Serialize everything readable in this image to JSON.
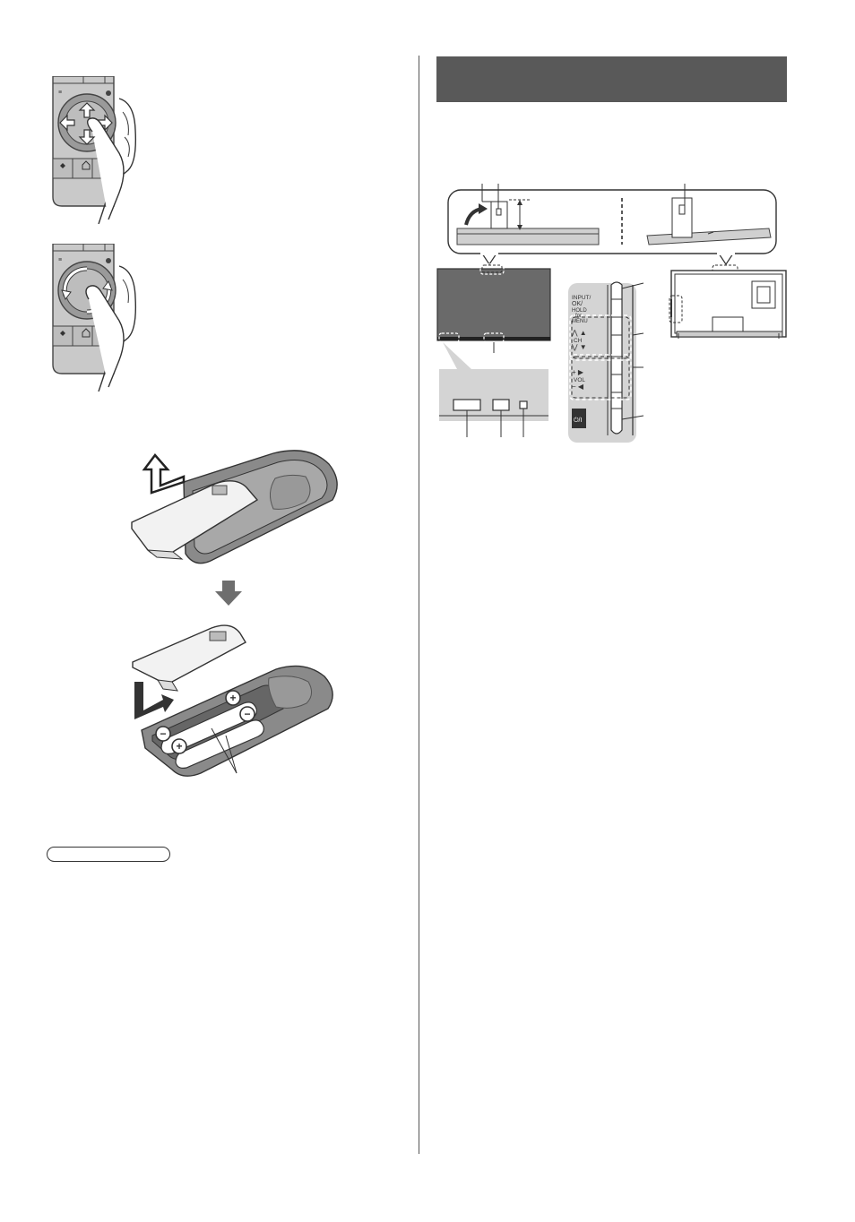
{
  "page": {
    "header_title": "",
    "note_label": ""
  },
  "tv_panel": {
    "buttons": {
      "input_line1": "INPUT/",
      "input_line2": "OK/",
      "input_line3": "HOLD",
      "input_line4": "for",
      "input_line5": "MENU",
      "ch_label": "CH",
      "vol_label": "VOL",
      "power_label": "⏻/I"
    }
  },
  "battery": {
    "plus_sign": "+",
    "minus_sign": "−"
  },
  "icons": [
    "up-arrow-icon",
    "down-arrow-icon",
    "left-arrow-icon",
    "right-arrow-icon",
    "rotate-arrow-icon",
    "home-icon",
    "lift-arrow-icon",
    "down-arrow-icon"
  ]
}
